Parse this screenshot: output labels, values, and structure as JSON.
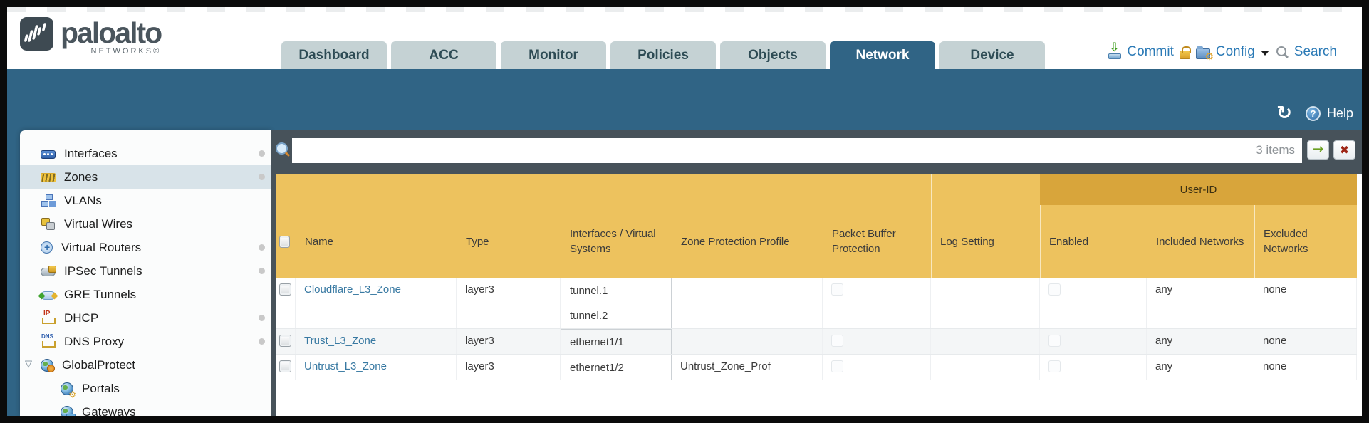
{
  "colors": {
    "teal_band": "#306485",
    "dark_toolbar": "#47525a",
    "table_header_gold": "#edc25e",
    "user_id_band_gold": "#d8a53b",
    "action_link_blue": "#2b7ab6",
    "zone_link_blue": "#3879a2",
    "selected_sidebar_item": "#d8e3e9"
  },
  "header": {
    "logo": {
      "brand": "paloalto",
      "tagline": "NETWORKS®"
    },
    "tabs": [
      {
        "label": "Dashboard",
        "active": false
      },
      {
        "label": "ACC",
        "active": false
      },
      {
        "label": "Monitor",
        "active": false
      },
      {
        "label": "Policies",
        "active": false
      },
      {
        "label": "Objects",
        "active": false
      },
      {
        "label": "Network",
        "active": true
      },
      {
        "label": "Device",
        "active": false
      }
    ],
    "actions": {
      "commit": "Commit",
      "config": "Config",
      "search": "Search",
      "icons": [
        "commit-icon",
        "lock-icon",
        "config-icon",
        "chevron-down-icon",
        "search-icon"
      ]
    }
  },
  "toolbar": {
    "help": "Help",
    "icons": [
      "refresh-icon",
      "help-icon"
    ]
  },
  "sidebar": {
    "items": [
      {
        "label": "Interfaces",
        "icon": "interfaces-icon",
        "selected": false,
        "has_dot": true,
        "indent": false
      },
      {
        "label": "Zones",
        "icon": "zones-icon",
        "selected": true,
        "has_dot": true,
        "indent": false
      },
      {
        "label": "VLANs",
        "icon": "vlans-icon",
        "selected": false,
        "has_dot": false,
        "indent": false
      },
      {
        "label": "Virtual Wires",
        "icon": "virtual-wires-icon",
        "selected": false,
        "has_dot": false,
        "indent": false
      },
      {
        "label": "Virtual Routers",
        "icon": "virtual-routers-icon",
        "selected": false,
        "has_dot": true,
        "indent": false
      },
      {
        "label": "IPSec Tunnels",
        "icon": "ipsec-tunnels-icon",
        "selected": false,
        "has_dot": true,
        "indent": false
      },
      {
        "label": "GRE Tunnels",
        "icon": "gre-tunnels-icon",
        "selected": false,
        "has_dot": false,
        "indent": false
      },
      {
        "label": "DHCP",
        "icon": "dhcp-icon",
        "selected": false,
        "has_dot": true,
        "indent": false
      },
      {
        "label": "DNS Proxy",
        "icon": "dns-proxy-icon",
        "selected": false,
        "has_dot": true,
        "indent": false
      },
      {
        "label": "GlobalProtect",
        "icon": "globalprotect-icon",
        "selected": false,
        "has_dot": false,
        "indent": false,
        "expanded": true
      },
      {
        "label": "Portals",
        "icon": "portals-icon",
        "selected": false,
        "has_dot": false,
        "indent": true
      },
      {
        "label": "Gateways",
        "icon": "gateways-icon",
        "selected": false,
        "has_dot": false,
        "indent": true
      }
    ]
  },
  "main": {
    "filter": {
      "value": "",
      "count": "3 items"
    },
    "table": {
      "group_header": "User-ID",
      "columns": [
        "Name",
        "Type",
        "Interfaces / Virtual Systems",
        "Zone Protection Profile",
        "Packet Buffer Protection",
        "Log Setting",
        "Enabled",
        "Included Networks",
        "Excluded Networks"
      ],
      "rows": [
        {
          "name": "Cloudflare_L3_Zone",
          "type": "layer3",
          "interfaces": [
            "tunnel.1",
            "tunnel.2"
          ],
          "zone_protection_profile": "",
          "packet_buffer_protection": false,
          "log_setting": "",
          "enabled": false,
          "included_networks": "any",
          "excluded_networks": "none"
        },
        {
          "name": "Trust_L3_Zone",
          "type": "layer3",
          "interfaces": [
            "ethernet1/1"
          ],
          "zone_protection_profile": "",
          "packet_buffer_protection": false,
          "log_setting": "",
          "enabled": false,
          "included_networks": "any",
          "excluded_networks": "none"
        },
        {
          "name": "Untrust_L3_Zone",
          "type": "layer3",
          "interfaces": [
            "ethernet1/2"
          ],
          "zone_protection_profile": "Untrust_Zone_Prof",
          "packet_buffer_protection": false,
          "log_setting": "",
          "enabled": false,
          "included_networks": "any",
          "excluded_networks": "none"
        }
      ]
    }
  }
}
